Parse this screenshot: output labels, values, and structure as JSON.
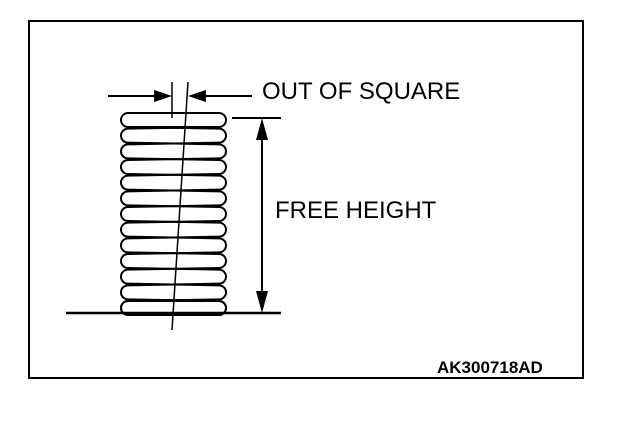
{
  "labels": {
    "out_of_square": "OUT OF SQUARE",
    "free_height": "FREE HEIGHT",
    "figure_code": "AK300718AD"
  },
  "colors": {
    "ink": "#000000",
    "background": "#ffffff"
  }
}
